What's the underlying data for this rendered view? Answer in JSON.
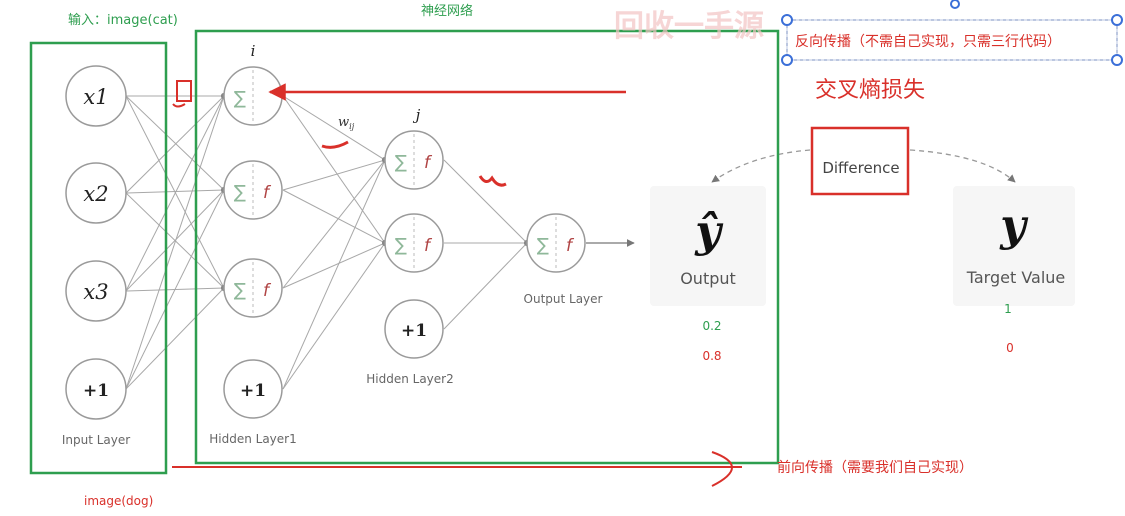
{
  "annotations": {
    "input_label": "输入：image(cat)",
    "network_label": "神经网络",
    "watermark": "回收一手源",
    "backprop_note": "反向传播（不需自己实现，只需三行代码）",
    "loss_label": "交叉熵损失",
    "forward_note": "前向传播（需要我们自己实现）",
    "dog_label": "image(dog)",
    "difference_label": "Difference"
  },
  "network": {
    "input_nodes": [
      "x1",
      "x2",
      "x3",
      "+1"
    ],
    "hidden1_bias": "+1",
    "hidden2_bias": "+1",
    "neuron_sum": "∑",
    "neuron_f": "f",
    "layer_labels": {
      "input": "Input Layer",
      "hidden1": "Hidden Layer1",
      "hidden2": "Hidden Layer2",
      "output": "Output Layer"
    },
    "index_i": "i",
    "index_j": "j",
    "weight_label": "w",
    "weight_sub": "ij"
  },
  "output_panel": {
    "symbol": "ŷ",
    "label": "Output",
    "values": [
      "0.2",
      "0.8"
    ]
  },
  "target_panel": {
    "symbol": "y",
    "label": "Target Value",
    "values": [
      "1",
      "0"
    ]
  },
  "colors": {
    "green_box": "#2e9e4f",
    "red_annotation": "#d9302a",
    "green_text": "#2e9e4f",
    "node_stroke": "#9a9a9a",
    "edge": "#a8a8a8",
    "output_value_green": "#2e9e4f",
    "output_value_red": "#d9302a",
    "blue_handle": "#3b6fd8"
  }
}
